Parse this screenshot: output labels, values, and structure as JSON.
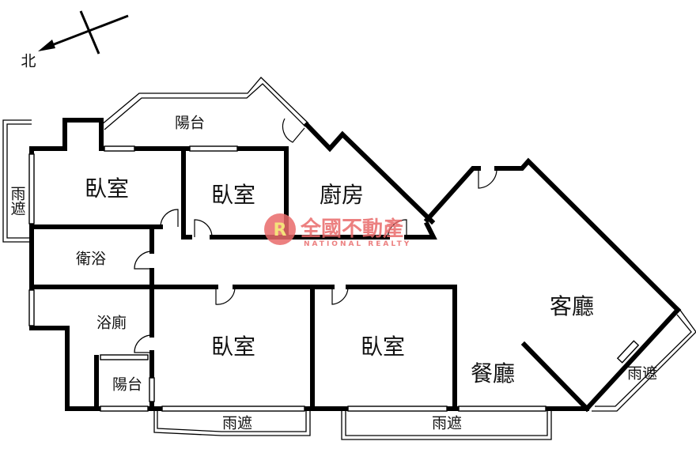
{
  "compass": {
    "north_label": "北"
  },
  "rooms": {
    "balcony_top": "陽台",
    "bedroom_nw": "臥室",
    "bedroom_n": "臥室",
    "kitchen": "廚房",
    "rain_shade_left": "雨遮",
    "bathroom_1": "衛浴",
    "bathroom_2": "浴廁",
    "balcony_small": "陽台",
    "bedroom_sw": "臥室",
    "bedroom_s": "臥室",
    "living_room": "客廳",
    "dining_room": "餐廳",
    "rain_shade_bottom_1": "雨遮",
    "rain_shade_bottom_2": "雨遮",
    "rain_shade_right": "雨遮"
  },
  "watermark": {
    "name_zh": "全國不動產",
    "name_en": "NATIONAL REALTY",
    "color": "#e96a6a"
  }
}
